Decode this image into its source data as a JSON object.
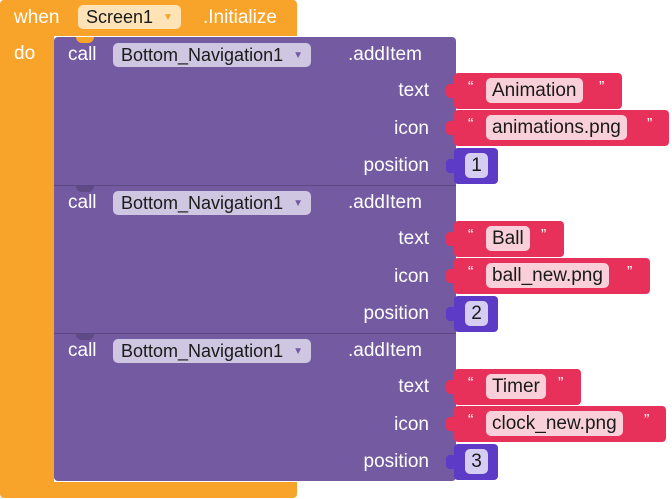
{
  "event": {
    "when_label": "when",
    "component": "Screen1",
    "event_name": ".Initialize",
    "do_label": "do",
    "color": "#f8a42a"
  },
  "calls": [
    {
      "call_label": "call",
      "component": "Bottom_Navigation1",
      "method": ".addItem",
      "text_label": "text",
      "text_value": "Animation",
      "icon_label": "icon",
      "icon_value": "animations.png",
      "position_label": "position",
      "position_value": "1"
    },
    {
      "call_label": "call",
      "component": "Bottom_Navigation1",
      "method": ".addItem",
      "text_label": "text",
      "text_value": "Ball",
      "icon_label": "icon",
      "icon_value": "ball_new.png",
      "position_label": "position",
      "position_value": "2"
    },
    {
      "call_label": "call",
      "component": "Bottom_Navigation1",
      "method": ".addItem",
      "text_label": "text",
      "text_value": "Timer",
      "icon_label": "icon",
      "icon_value": "clock_new.png",
      "position_label": "position",
      "position_value": "3"
    }
  ],
  "quotes": {
    "open": "“",
    "close": "”"
  },
  "icons": {
    "dropdown": "caret-down-icon"
  },
  "colors": {
    "procedure": "#735aa1",
    "text_block": "#e7315a",
    "number_block": "#5d3bc6"
  }
}
